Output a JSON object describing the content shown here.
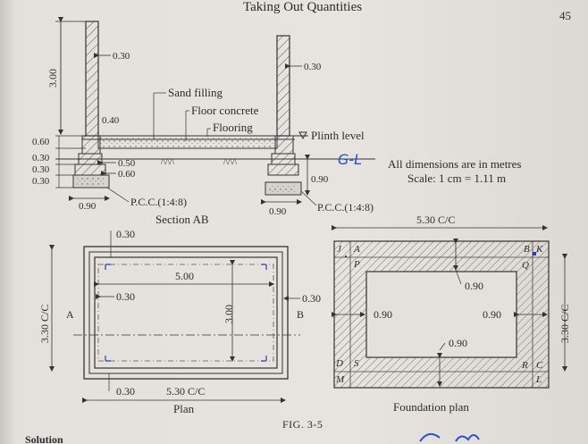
{
  "header": {
    "running_title": "Taking Out Quantities",
    "page_number": "45"
  },
  "section_ab": {
    "wall_thickness_left": "0.30",
    "wall_thickness_right": "0.30",
    "height_label": "3.00",
    "plinth_height": "0.60",
    "footing_step_1": "0.30",
    "footing_step_2": "0.30",
    "footing_step_3": "0.30",
    "wall_top_width": "0.40",
    "step_width_1": "0.50",
    "step_width_2": "0.60",
    "base_width_left": "0.90",
    "base_width_right": "0.90",
    "depth_right": "0.90",
    "sand_filling": "Sand filling",
    "floor_concrete": "Floor concrete",
    "flooring": "Flooring",
    "plinth_level": "Plinth level",
    "pcc_left": "P.C.C.(1:4:8)",
    "pcc_right": "P.C.C.(1:4:8)",
    "caption": "Section AB",
    "ground_level_mark": "G-L"
  },
  "notes": {
    "dimensions": "All dimensions are in metres",
    "scale": "Scale: 1 cm = 1.11 m"
  },
  "plan": {
    "wall_top": "0.30",
    "inner_length": "5.00",
    "inner_width": "3.00",
    "wall_left": "0.30",
    "wall_right": "0.30",
    "outer_width": "3.30  C/C",
    "bottom_wall": "0.30",
    "center_length": "5.30  C/C",
    "label_a": "A",
    "label_b": "B",
    "caption": "Plan"
  },
  "foundation": {
    "center_length": "5.30 C/C",
    "center_width": "3.30  C/C",
    "top_width": "0.90",
    "left_width": "0.90",
    "right_width": "0.90",
    "bottom_width": "0.90",
    "corner_j": "J",
    "corner_a": "A",
    "corner_p": "P",
    "corner_b": "B",
    "corner_k": "K",
    "corner_q": "Q",
    "corner_d": "D",
    "corner_s": "S",
    "corner_m": "M",
    "corner_r": "R",
    "corner_c": "C",
    "corner_l": "L",
    "caption": "Foundation plan"
  },
  "figure_caption": "FIG. 3-5",
  "footer_text": "Solution"
}
